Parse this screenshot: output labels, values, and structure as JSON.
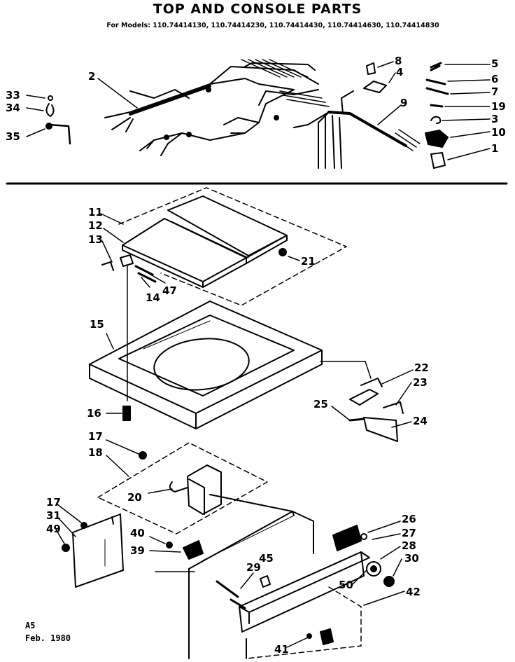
{
  "title": "TOP AND CONSOLE PARTS",
  "subtitle": "For Models: 110.74414130, 110.74414230, 110.74414430, 110.74414630, 110.74414830",
  "footer": {
    "line1": "A5",
    "line2": "Feb. 1980"
  },
  "labels": {
    "l1": "1",
    "l2": "2",
    "l3": "3",
    "l4": "4",
    "l5": "5",
    "l6": "6",
    "l7": "7",
    "l8": "8",
    "l9": "9",
    "l10": "10",
    "l11": "11",
    "l12": "12",
    "l13": "13",
    "l14": "14",
    "l15": "15",
    "l16": "16",
    "l17a": "17",
    "l17b": "17",
    "l18": "18",
    "l19": "19",
    "l20": "20",
    "l21": "21",
    "l22": "22",
    "l23": "23",
    "l24": "24",
    "l25": "25",
    "l26": "26",
    "l27": "27",
    "l28": "28",
    "l29": "29",
    "l30": "30",
    "l31": "31",
    "l33": "33",
    "l34": "34",
    "l35": "35",
    "l39": "39",
    "l40": "40",
    "l41": "41",
    "l42": "42",
    "l45": "45",
    "l47": "47",
    "l49": "49",
    "l50": "50"
  }
}
